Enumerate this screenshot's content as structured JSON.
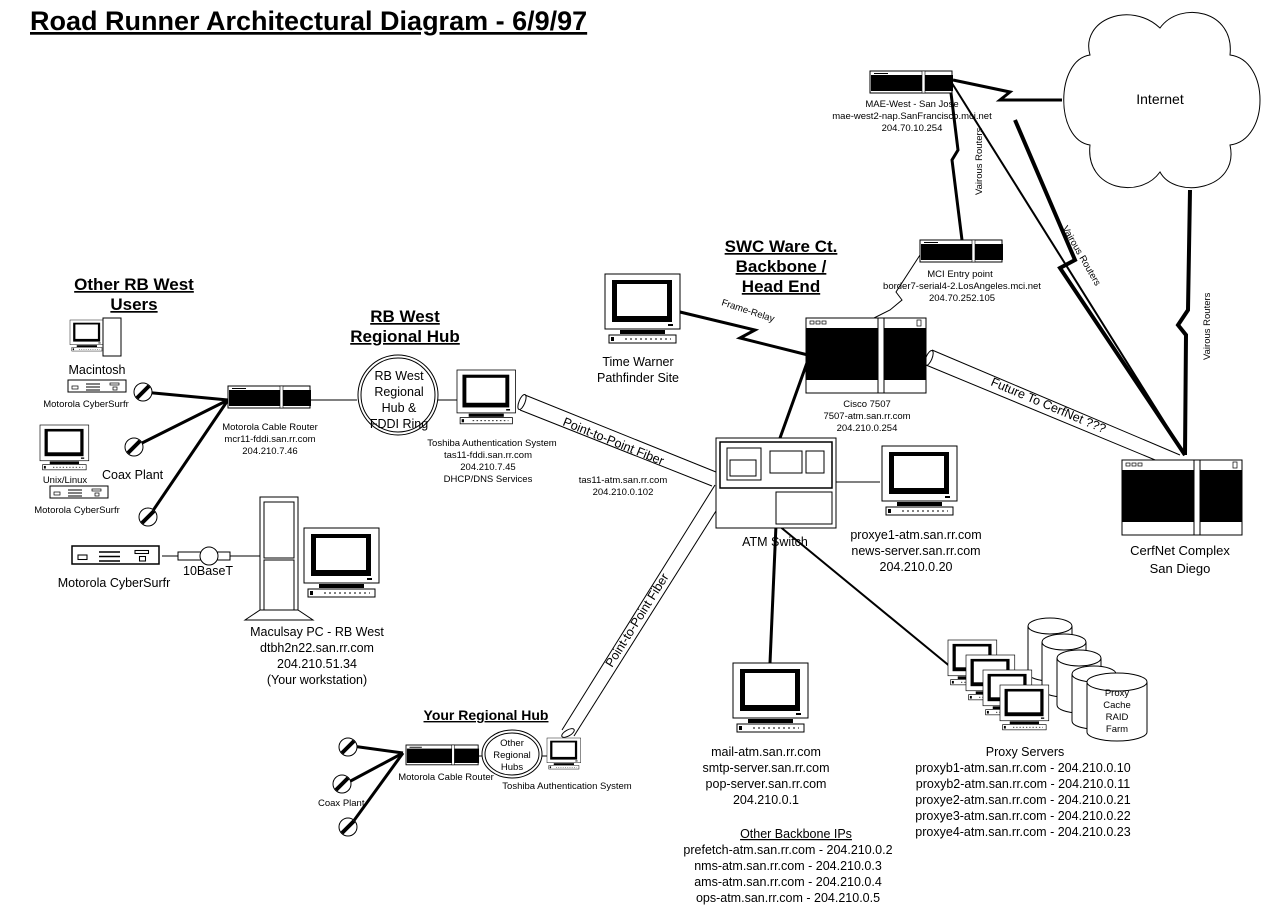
{
  "title": "Road Runner Architectural Diagram - 6/9/97",
  "colors": {
    "background": "#ffffff",
    "ink": "#000000"
  },
  "sections": {
    "other_users": [
      "Other RB West",
      "Users"
    ],
    "rb_west_hub": [
      "RB West",
      "Regional Hub"
    ],
    "swc_backbone": [
      "SWC Ware Ct.",
      "Backbone /",
      "Head End"
    ],
    "your_hub": "Your Regional Hub"
  },
  "nodes": {
    "internet": {
      "icon": "cloud-icon",
      "label": "Internet"
    },
    "mae_west": {
      "icon": "router-icon",
      "lines": [
        "MAE-West - San Jose",
        "mae-west2-nap.SanFrancisco.mci.net",
        "204.70.10.254"
      ]
    },
    "mci_entry": {
      "icon": "router-icon",
      "lines": [
        "MCI Entry point",
        "border7-serial4-2.LosAngeles.mci.net",
        "204.70.252.105"
      ]
    },
    "cisco": {
      "icon": "router-icon",
      "lines": [
        "Cisco 7507",
        "7507-atm.san.rr.com",
        "204.210.0.254"
      ]
    },
    "cerfnet": {
      "icon": "router-icon",
      "lines": [
        "CerfNet Complex",
        "San Diego"
      ]
    },
    "time_warner": {
      "icon": "computer-icon",
      "lines": [
        "Time Warner",
        "Pathfinder Site"
      ]
    },
    "atm_switch": {
      "icon": "atm-switch-icon",
      "label": "ATM Switch",
      "tas_lines": [
        "tas11-atm.san.rr.com",
        "204.210.0.102"
      ]
    },
    "news_server": {
      "icon": "computer-icon",
      "lines": [
        "proxye1-atm.san.rr.com",
        "news-server.san.rr.com",
        "204.210.0.20"
      ]
    },
    "mail_server": {
      "icon": "computer-icon",
      "lines": [
        "mail-atm.san.rr.com",
        "smtp-server.san.rr.com",
        "pop-server.san.rr.com",
        "204.210.0.1"
      ]
    },
    "other_backbone": {
      "heading": "Other Backbone IPs",
      "lines": [
        "prefetch-atm.san.rr.com - 204.210.0.2",
        "nms-atm.san.rr.com - 204.210.0.3",
        "ams-atm.san.rr.com - 204.210.0.4",
        "ops-atm.san.rr.com - 204.210.0.5"
      ]
    },
    "proxy": {
      "icon": "computer-stack-icon",
      "heading": "Proxy Servers",
      "raid_label": [
        "Proxy",
        "Cache",
        "RAID",
        "Farm"
      ],
      "lines": [
        "proxyb1-atm.san.rr.com - 204.210.0.10",
        "proxyb2-atm.san.rr.com - 204.210.0.11",
        "proxye2-atm.san.rr.com - 204.210.0.21",
        "proxye3-atm.san.rr.com - 204.210.0.22",
        "proxye4-atm.san.rr.com - 204.210.0.23"
      ]
    },
    "motorola_router": {
      "icon": "router-icon",
      "lines": [
        "Motorola Cable Router",
        "mcr11-fddi.san.rr.com",
        "204.210.7.46"
      ]
    },
    "fddi_ring": {
      "icon": "ring-icon",
      "lines": [
        "RB West",
        "Regional",
        "Hub &",
        "FDDI Ring"
      ]
    },
    "toshiba": {
      "icon": "computer-icon",
      "lines": [
        "Toshiba Authentication System",
        "tas11-fddi.san.rr.com",
        "204.210.7.45",
        "DHCP/DNS Services"
      ]
    },
    "macintosh": {
      "icon": "computer-icon",
      "label": "Macintosh",
      "modem": "Motorola CyberSurfr"
    },
    "unix": {
      "icon": "computer-icon",
      "label": "Unix/Linux",
      "modem": "Motorola CyberSurfr"
    },
    "coax_plant": "Coax Plant",
    "cybersurfr": {
      "icon": "modem-icon",
      "label": "Motorola CyberSurfr"
    },
    "tenbaset": "10BaseT",
    "workstation": {
      "icon": "tower-pc-icon",
      "lines": [
        "Maculsay PC - RB West",
        "dtbh2n22.san.rr.com",
        "204.210.51.34",
        "(Your workstation)"
      ]
    },
    "your_hub_nodes": {
      "router": "Motorola Cable Router",
      "ring": [
        "Other",
        "Regional",
        "Hubs"
      ],
      "toshiba": "Toshiba Authentication System",
      "coax": "Coax Plant"
    }
  },
  "links": {
    "frame_relay": "Frame-Relay",
    "various_routers": "Vairous Routers",
    "p2p_fiber": "Point-to-Point Fiber",
    "future_cerfnet": "Future To CerfNet ???"
  }
}
